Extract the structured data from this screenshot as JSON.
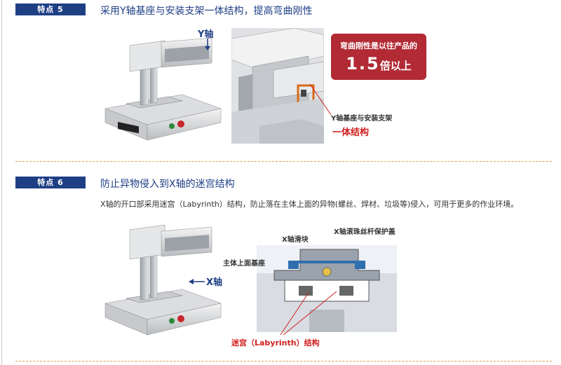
{
  "feature5": {
    "tag": "特点 5",
    "title": "采用Y轴基座与安装支架一体结构，提高弯曲刚性",
    "y_axis_label": "Y轴",
    "badge": {
      "line1": "弯曲刚性是以往产品的",
      "big": "1.5",
      "small": "倍以上"
    },
    "callout_small": "Y轴基座与安装支架",
    "callout_red": "一体结构"
  },
  "feature6": {
    "tag": "特点 6",
    "title": "防止异物侵入到X轴的迷宫结构",
    "description": "X轴的开口部采用迷宫（Labyrinth）结构，防止落在主体上面的异物(螺丝、焊材、垃圾等)侵入，可用于更多的作业环境。",
    "x_axis_label": "X轴",
    "diagram_labels": {
      "slider": "X轴滑块",
      "ball_screw_cover": "X轴滚珠丝杆保护盖",
      "main_base": "主体上面基座",
      "labyrinth": "迷宫（Labyrinth）结构"
    }
  },
  "colors": {
    "accent": "#1f3f85",
    "badge": "#b12a34",
    "red": "#d01f1f",
    "divider": "#e8a040"
  }
}
